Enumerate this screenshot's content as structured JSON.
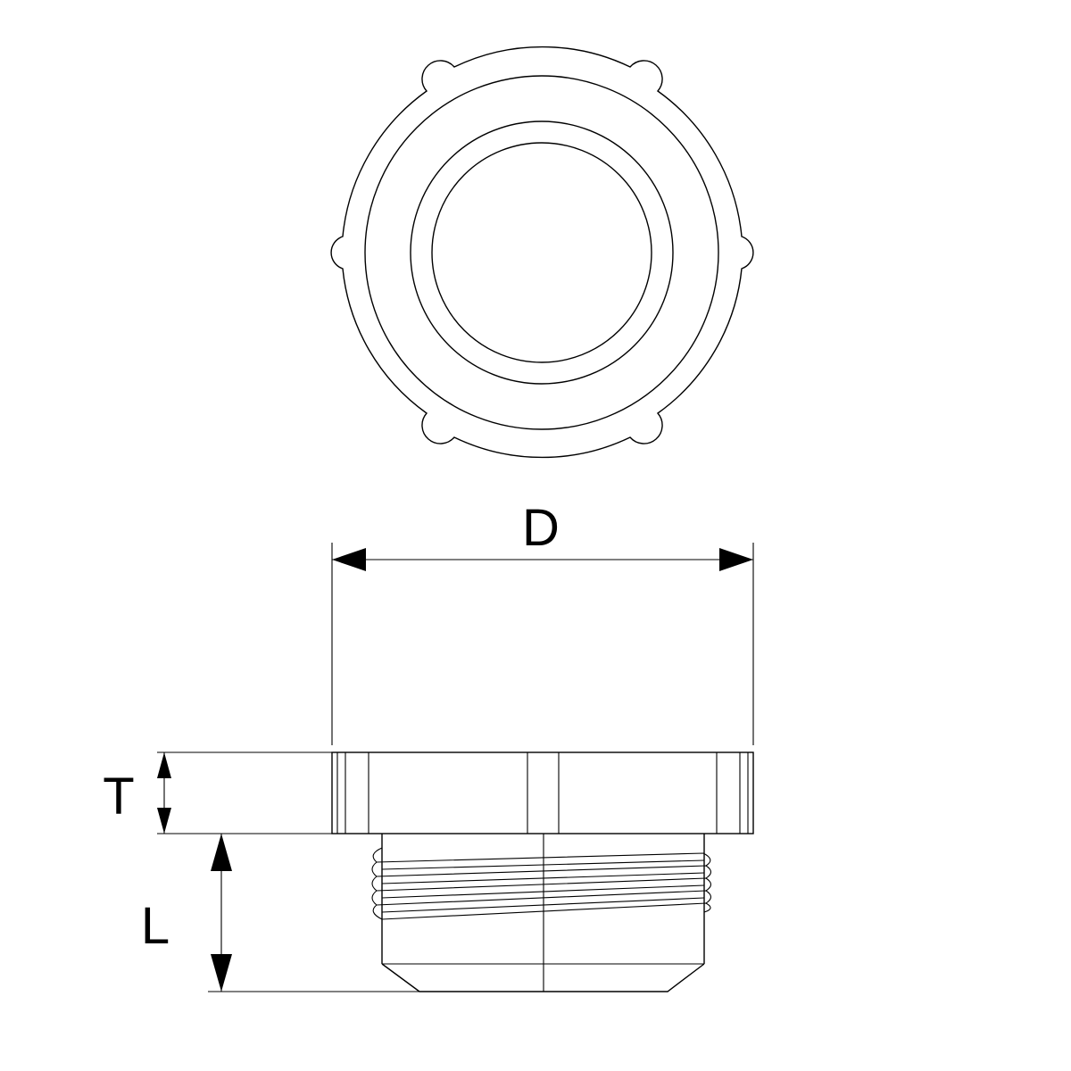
{
  "dimensions": {
    "diameter_label": "D",
    "thickness_label": "T",
    "length_label": "L"
  },
  "colors": {
    "line": "#000000",
    "background": "#ffffff"
  }
}
